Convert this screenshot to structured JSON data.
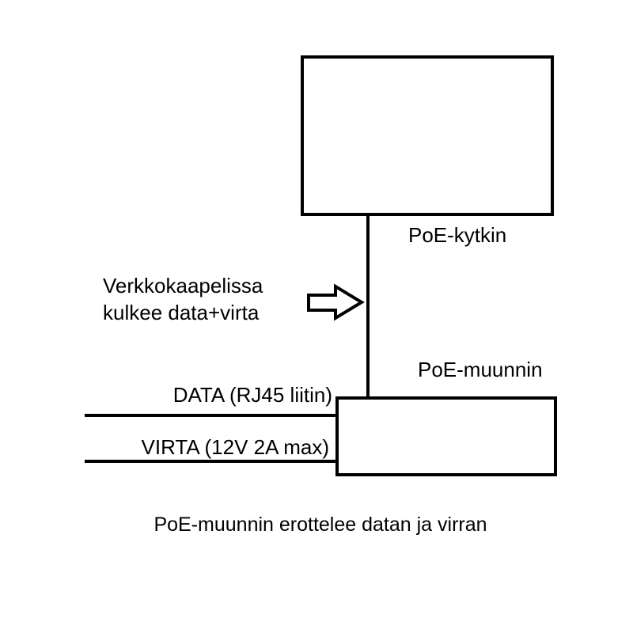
{
  "labels": {
    "switch": "PoE-kytkin",
    "cable_line1": "Verkkokaapelissa",
    "cable_line2": "kulkee data+virta",
    "converter": "PoE-muunnin",
    "data_output": "DATA (RJ45 liitin)",
    "power_output": "VIRTA (12V 2A max)",
    "caption": "PoE-muunnin erottelee datan ja virran"
  }
}
